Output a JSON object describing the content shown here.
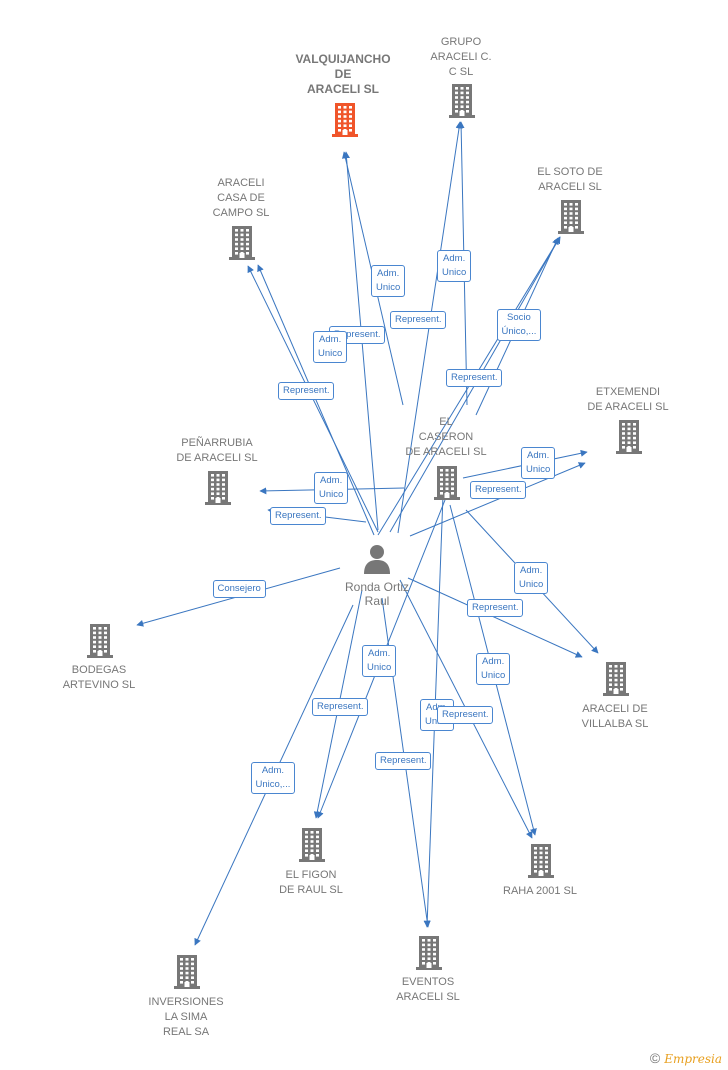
{
  "colors": {
    "edge": "#3a76c0",
    "building": "#777777",
    "highlight": "#f0552a",
    "person": "#777777"
  },
  "person": {
    "name": "Ronda Ortiz\nRaul",
    "icon": "person-icon"
  },
  "companies": [
    {
      "id": "valquijancho",
      "label": "VALQUIJANCHO\nDE\nARACELI SL",
      "highlight": true
    },
    {
      "id": "grupo",
      "label": "GRUPO\nARACELI C.\nC SL",
      "highlight": false
    },
    {
      "id": "casacampo",
      "label": "ARACELI\nCASA DE\nCAMPO SL",
      "highlight": false
    },
    {
      "id": "soto",
      "label": "EL SOTO DE\nARACELI SL",
      "highlight": false
    },
    {
      "id": "etxemendi",
      "label": "ETXEMENDI\nDE ARACELI SL",
      "highlight": false
    },
    {
      "id": "caseron",
      "label": "EL\nCASERON\nDE ARACELI SL",
      "highlight": false
    },
    {
      "id": "penarrubia",
      "label": "PEÑARRUBIA\nDE ARACELI SL",
      "highlight": false
    },
    {
      "id": "bodegas",
      "label": "BODEGAS\nARTEVINO SL",
      "highlight": false
    },
    {
      "id": "villalba",
      "label": "ARACELI DE\nVILLALBA SL",
      "highlight": false
    },
    {
      "id": "figon",
      "label": "EL FIGON\nDE RAUL SL",
      "highlight": false
    },
    {
      "id": "raha",
      "label": "RAHA 2001 SL",
      "highlight": false
    },
    {
      "id": "eventos",
      "label": "EVENTOS\nARACELI SL",
      "highlight": false
    },
    {
      "id": "inversiones",
      "label": "INVERSIONES\nLA SIMA\nREAL SA",
      "highlight": false
    }
  ],
  "edge_labels": [
    "Adm.\nUnico",
    "Adm.\nUnico",
    "Represent.",
    "Represent.",
    "Adm.\nUnico",
    "Socio\nÚnico,...",
    "Represent.",
    "Represent.",
    "Adm.\nUnico",
    "Represent.",
    "Adm.\nUnico",
    "Represent.",
    "Consejero",
    "Adm.\nUnico",
    "Represent.",
    "Adm.\nUnico",
    "Adm.\nUnico",
    "Represent.",
    "Adm.\nUnico",
    "Represent.",
    "Adm.\nUnico,...",
    "Represent."
  ],
  "footer": {
    "symbol": "©",
    "brand": "Empresia"
  }
}
